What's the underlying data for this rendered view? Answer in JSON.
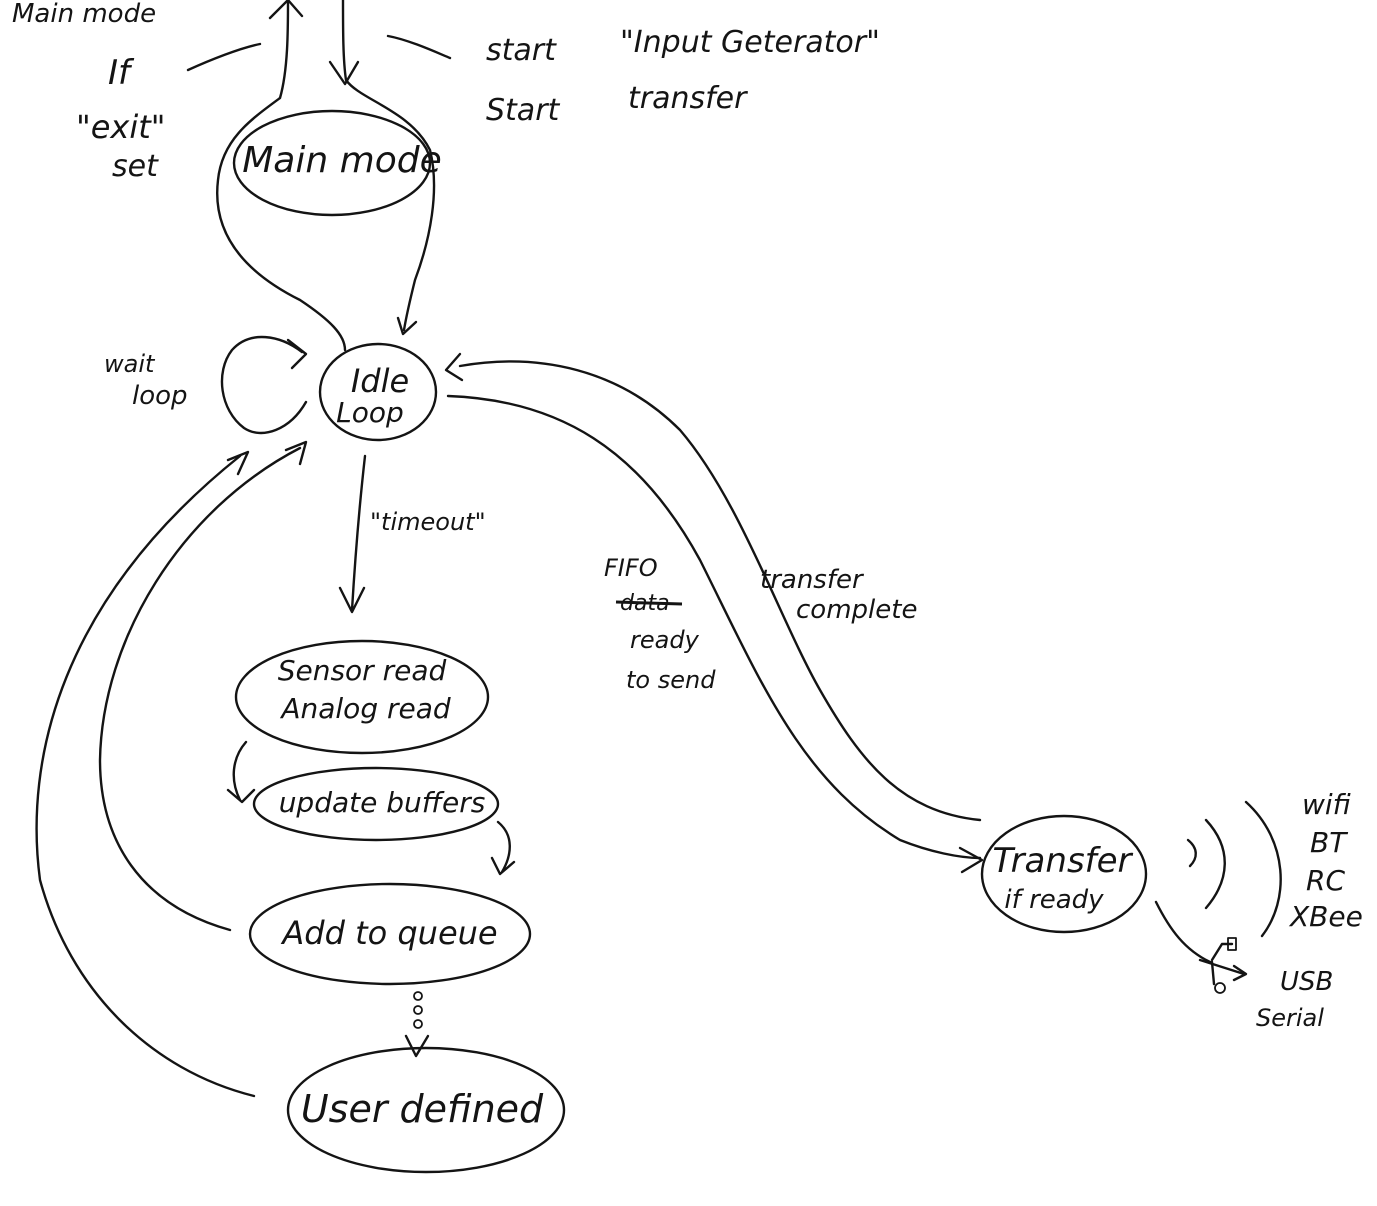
{
  "diagram": {
    "labels": {
      "main_mode_top": "Main mode",
      "if_exit_set": [
        "If",
        "\"exit\"",
        "set"
      ],
      "start_input_generator": [
        "start",
        "\"Input Geterator\""
      ],
      "start_transfer": [
        "Start",
        "transfer"
      ],
      "wait_loop": [
        "wait",
        "loop"
      ],
      "timeout": "\"timeout\"",
      "fifo_ready": [
        "FIFO",
        "data",
        "ready",
        "to send"
      ],
      "transfer_complete": [
        "transfer",
        "complete"
      ],
      "channels": [
        "wifi",
        "BT",
        "RC",
        "XBee"
      ],
      "usb_serial": [
        "USB",
        "Serial"
      ]
    },
    "nodes": {
      "main_mode": "Main mode",
      "idle_loop": [
        "Idle",
        "Loop"
      ],
      "sensor_read": [
        "Sensor read",
        "Analog read"
      ],
      "update_buffers": "update buffers",
      "add_to_queue": "Add to queue",
      "user_defined": "User defined",
      "transfer": [
        "Transfer",
        "if ready"
      ]
    }
  }
}
